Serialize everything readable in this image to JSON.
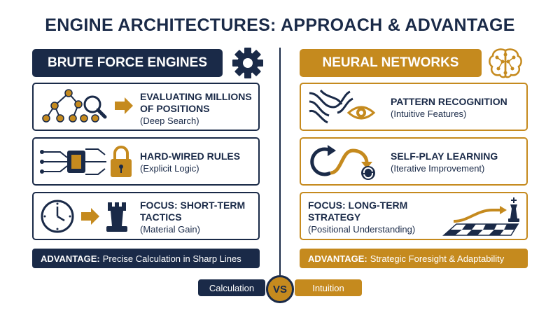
{
  "title": "ENGINE ARCHITECTURES: APPROACH & ADVANTAGE",
  "colors": {
    "navy": "#1a2a48",
    "gold": "#c58a1e"
  },
  "left": {
    "header": "BRUTE FORCE ENGINES",
    "header_icon": "gear-icon",
    "cards": [
      {
        "title_line1": "EVALUATING MILLIONS",
        "title_line2": "OF POSITIONS",
        "subtitle": "(Deep Search)",
        "icon": "search-tree-icon"
      },
      {
        "title_line1": "HARD-WIRED RULES",
        "subtitle": "(Explicit Logic)",
        "icon": "chip-lock-icon"
      },
      {
        "title_line1": "FOCUS: SHORT-TERM",
        "title_line2": "TACTICS",
        "subtitle": "(Material Gain)",
        "icon": "clock-rook-icon"
      }
    ],
    "advantage_label": "ADVANTAGE:",
    "advantage_text": "Precise Calculation in Sharp Lines"
  },
  "right": {
    "header": "NEURAL NETWORKS",
    "header_icon": "brain-icon",
    "cards": [
      {
        "title_line1": "PATTERN RECOGNITION",
        "subtitle": "(Intuitive Features)",
        "icon": "pattern-eye-icon"
      },
      {
        "title_line1": "SELF-PLAY LEARNING",
        "subtitle": "(Iterative Improvement)",
        "icon": "loop-icon"
      },
      {
        "title_line1": "FOCUS: LONG-TERM",
        "title_line2": "STRATEGY",
        "subtitle": "(Positional Understanding)",
        "icon": "chessboard-king-icon"
      }
    ],
    "advantage_label": "ADVANTAGE:",
    "advantage_text": "Strategic Foresight & Adaptability"
  },
  "bottom": {
    "left_label": "Calculation",
    "vs": "VS",
    "right_label": "Intuition"
  }
}
